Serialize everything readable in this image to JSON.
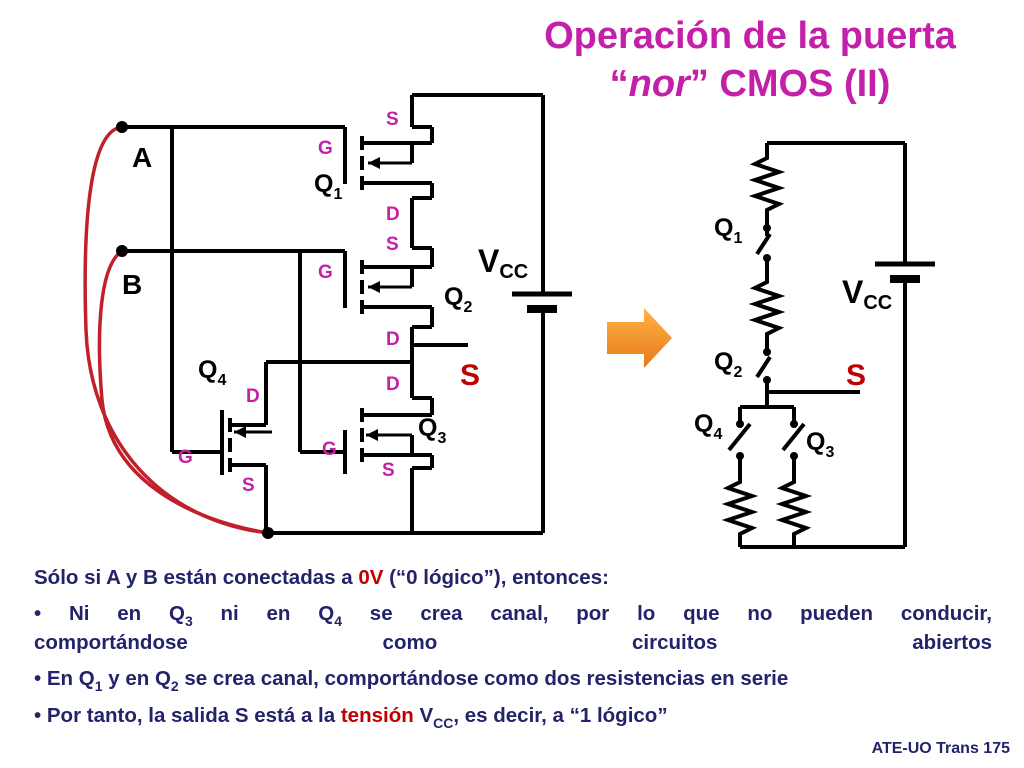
{
  "title": {
    "line1": "Operación de la puerta",
    "open_quote": "“",
    "italic": "nor",
    "close_and_rest": "” CMOS (II)"
  },
  "colors": {
    "title": "#c41fa8",
    "labels": "#c41fa8",
    "text": "#23236b",
    "highlight": "#c00000",
    "arrow": "#f59a23",
    "wire": "#000000",
    "input_wire": "#c0202a"
  },
  "left_circuit": {
    "input_a": "A",
    "input_b": "B",
    "vcc": "V",
    "vcc_sub": "CC",
    "output": "S",
    "q1": {
      "name": "Q",
      "sub": "1",
      "g": "G",
      "s": "S",
      "d": "D"
    },
    "q2": {
      "name": "Q",
      "sub": "2",
      "g": "G",
      "s": "S",
      "d": "D"
    },
    "q3": {
      "name": "Q",
      "sub": "3",
      "g": "G",
      "s": "S",
      "d": "D"
    },
    "q4": {
      "name": "Q",
      "sub": "4",
      "g": "G",
      "s": "S",
      "d": "D"
    }
  },
  "arrow_icon": "arrow-right-icon",
  "right_circuit": {
    "vcc": "V",
    "vcc_sub": "CC",
    "output": "S",
    "q1": {
      "name": "Q",
      "sub": "1"
    },
    "q2": {
      "name": "Q",
      "sub": "2"
    },
    "q3": {
      "name": "Q",
      "sub": "3"
    },
    "q4": {
      "name": "Q",
      "sub": "4"
    }
  },
  "text": {
    "intro": {
      "part1": "Sólo si A y B están conectadas a ",
      "voltage": "0V",
      "part2": " (“0 lógico”), entonces:"
    },
    "bullet1": {
      "mark": "•",
      "p1": " Ni en Q",
      "s1": "3",
      "p2": " ni en Q",
      "s2": "4",
      "p3": " se crea canal, por lo que no pueden conducir,",
      "line2": "comportándose como circuitos abiertos"
    },
    "bullet2": {
      "mark": "•",
      "p1": " En Q",
      "s1": "1",
      "p2": " y en Q",
      "s2": "2",
      "p3": " se crea canal, comportándose como  dos resistencias en serie"
    },
    "bullet3": {
      "mark": "•",
      "p1": " Por tanto, la salida S está a la ",
      "tension": "tensión",
      "space": " ",
      "v": "V",
      "vsub": "CC",
      "p2": ", es decir, a “1 lógico”"
    }
  },
  "footer": "ATE-UO Trans 175"
}
